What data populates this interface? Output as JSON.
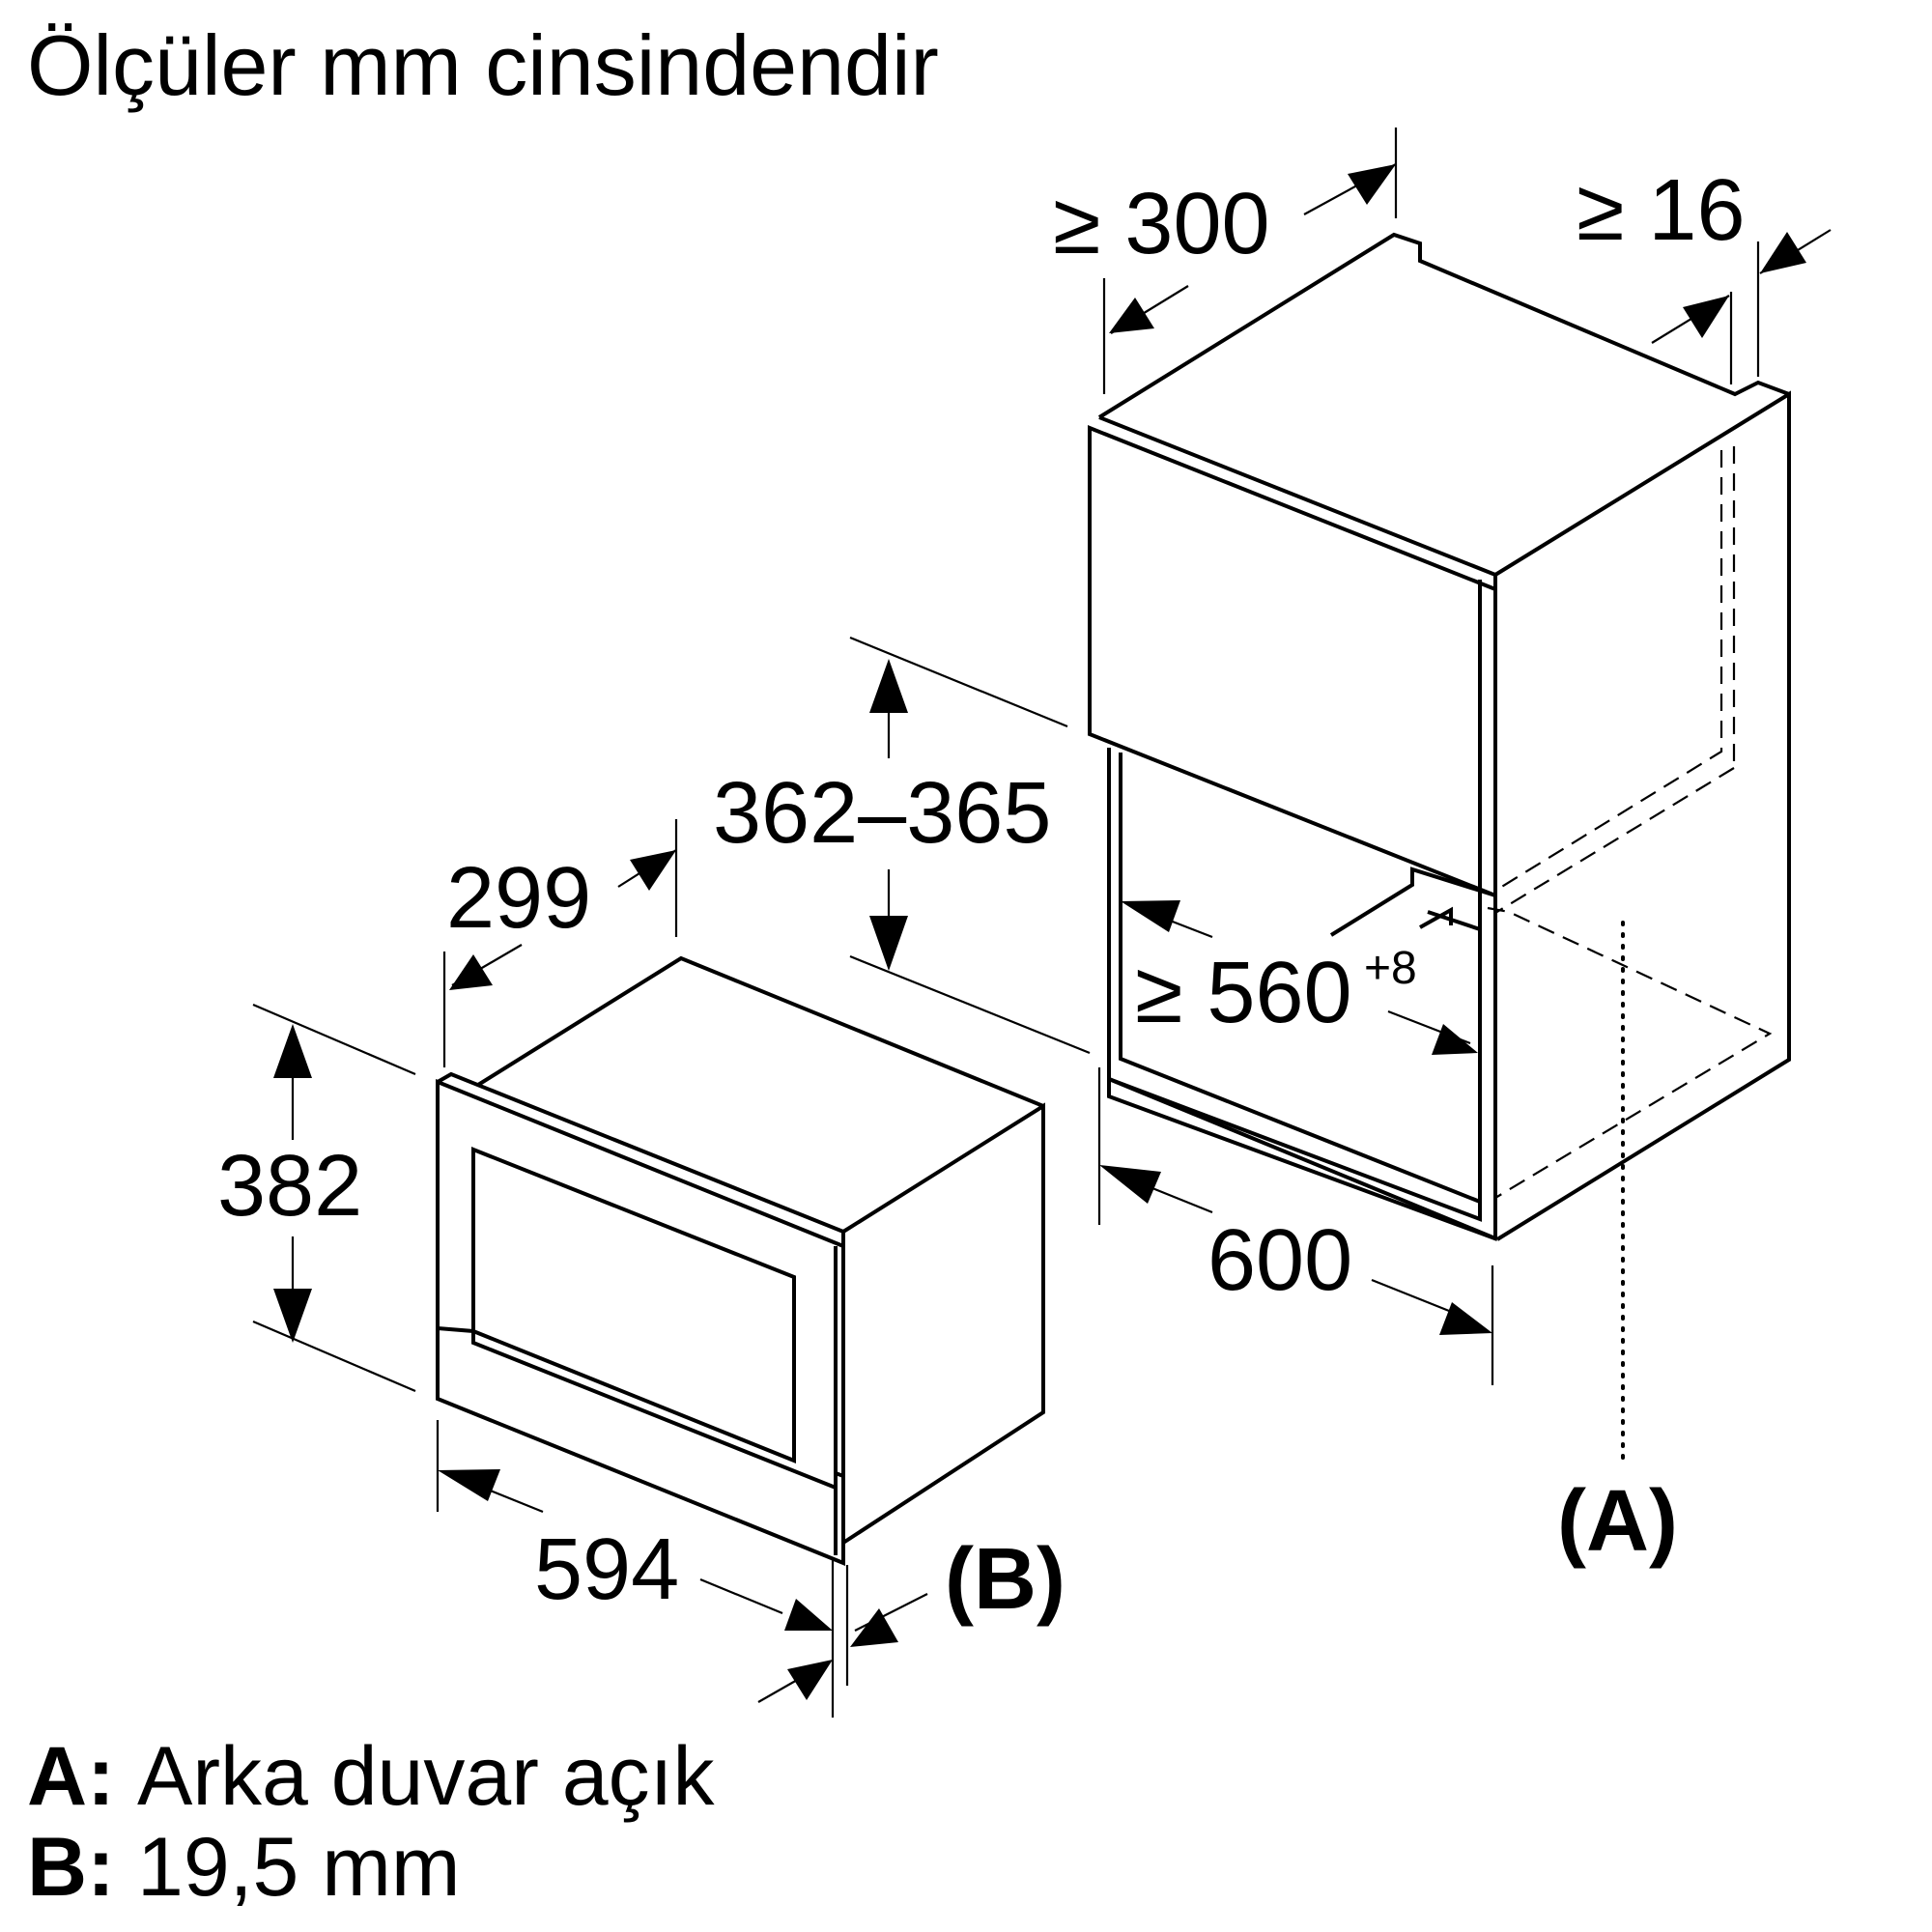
{
  "title": "Ölçüler mm cinsindendir",
  "dimensions": {
    "cabinet_top_depth": "≥ 300",
    "cabinet_side_gap": "≥ 16",
    "niche_height": "362–365",
    "niche_width": "≥ 560",
    "niche_width_tolerance": "+8",
    "cabinet_depth": "600",
    "appliance_depth": "299",
    "appliance_height": "382",
    "appliance_width": "594"
  },
  "callouts": {
    "a": "(A)",
    "b": "(B)"
  },
  "legend": [
    {
      "key": "A:",
      "text": "Arka duvar açık"
    },
    {
      "key": "B:",
      "text": "19,5 mm"
    }
  ]
}
